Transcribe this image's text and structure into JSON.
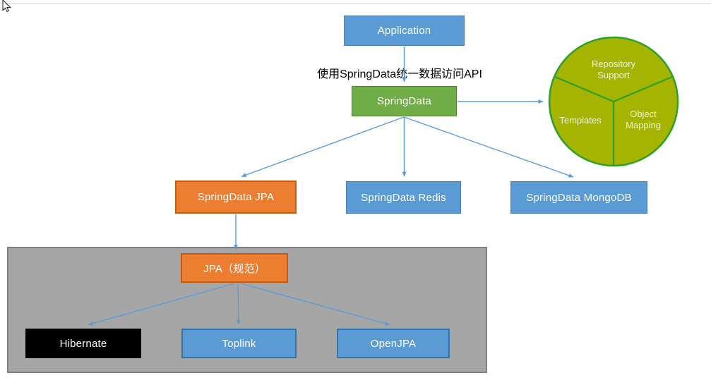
{
  "annotation": {
    "text": "使用SpringData统一数据访问API"
  },
  "nodes": {
    "application": {
      "label": "Application"
    },
    "springdata": {
      "label": "SpringData"
    },
    "springdata_jpa": {
      "label": "SpringData JPA"
    },
    "springdata_redis": {
      "label": "SpringData Redis"
    },
    "springdata_mongodb": {
      "label": "SpringData MongoDB"
    },
    "jpa_spec": {
      "label": "JPA（规范）"
    },
    "hibernate": {
      "label": "Hibernate"
    },
    "toplink": {
      "label": "Toplink"
    },
    "openjpa": {
      "label": "OpenJPA"
    }
  },
  "circle": {
    "segments": {
      "top": "Repository Support",
      "left": "Templates",
      "right": "Object Mapping"
    }
  },
  "edges": [
    {
      "from": "application",
      "to": "springdata"
    },
    {
      "from": "springdata",
      "to": "capability-circle"
    },
    {
      "from": "springdata",
      "to": "springdata_jpa"
    },
    {
      "from": "springdata",
      "to": "springdata_redis"
    },
    {
      "from": "springdata",
      "to": "springdata_mongodb"
    },
    {
      "from": "springdata_jpa",
      "to": "jpa_spec"
    },
    {
      "from": "jpa_spec",
      "to": "hibernate"
    },
    {
      "from": "jpa_spec",
      "to": "toplink"
    },
    {
      "from": "jpa_spec",
      "to": "openjpa"
    }
  ],
  "icons": {
    "cursor": "mouse-pointer-icon"
  },
  "colors": {
    "box_blue": "#5B9BD5",
    "box_blue_border": "#2E74B5",
    "box_green": "#70AD47",
    "box_green_border": "#548235",
    "box_orange": "#ED7D31",
    "box_orange_border": "#C55A11",
    "box_black": "#000000",
    "panel_gray": "#A6A6A6",
    "panel_gray_border": "#808080",
    "circle_fill": "#A5B400",
    "circle_border": "#2BA02B",
    "circle_text": "#EFF3DA",
    "arrow": "#5B9BD5",
    "annotation_text": "#000000"
  }
}
